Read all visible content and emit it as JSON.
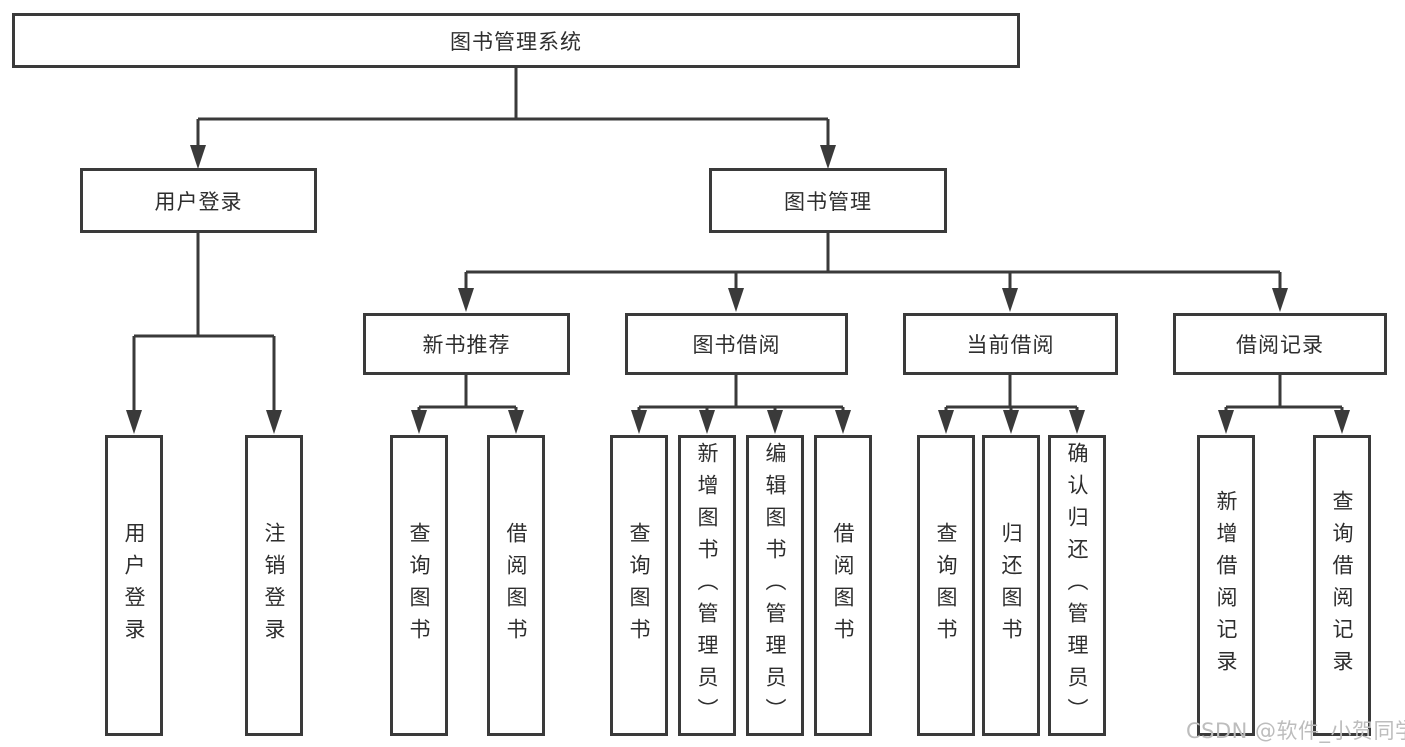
{
  "root": {
    "label": "图书管理系统"
  },
  "branches": [
    {
      "label": "用户登录",
      "leaves": [
        {
          "label": "用户登录"
        },
        {
          "label": "注销登录"
        }
      ]
    },
    {
      "label": "图书管理",
      "groups": [
        {
          "label": "新书推荐",
          "leaves": [
            {
              "label": "查询图书"
            },
            {
              "label": "借阅图书"
            }
          ]
        },
        {
          "label": "图书借阅",
          "leaves": [
            {
              "label": "查询图书"
            },
            {
              "label": "新增图书（管理员）"
            },
            {
              "label": "编辑图书（管理员）"
            },
            {
              "label": "借阅图书"
            }
          ]
        },
        {
          "label": "当前借阅",
          "leaves": [
            {
              "label": "查询图书"
            },
            {
              "label": "归还图书"
            },
            {
              "label": "确认归还（管理员）"
            }
          ]
        },
        {
          "label": "借阅记录",
          "leaves": [
            {
              "label": "新增借阅记录"
            },
            {
              "label": "查询借阅记录"
            }
          ]
        }
      ]
    }
  ],
  "colors": {
    "line": "#3a3a3a",
    "text": "#2e2e2e",
    "watermark": "#bdbdbd",
    "background": "#ffffff"
  },
  "watermark": {
    "text": "CSDN @软件_小贺同学"
  }
}
